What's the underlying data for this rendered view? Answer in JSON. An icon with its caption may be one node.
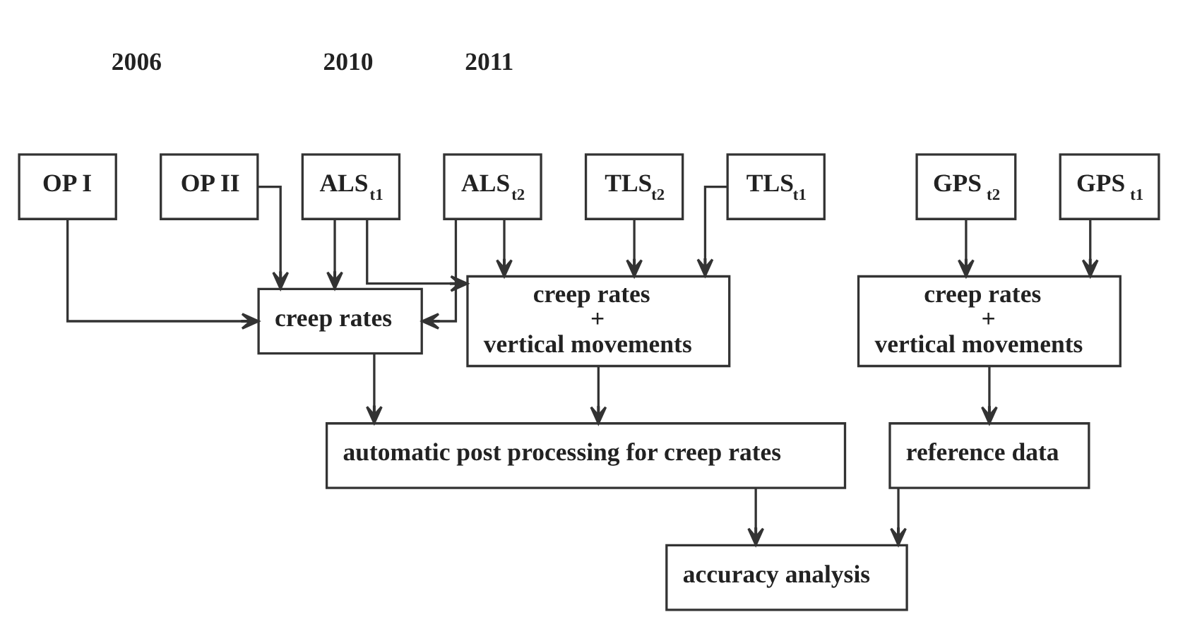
{
  "diagram": {
    "nodes": [
      {
        "text": [
          "OP I"
        ]
      },
      {
        "text": [
          "ALS$_{t1}$"
        ]
      },
      {
        "text": [
          "ALS$_{t2}$"
        ]
      },
      {
        "text": [
          "TLS$_{t2}$"
        ]
      },
      {
        "text": [
          "GPS$_{t2}$"
        ]
      },
      {
        "text": [
          "TLS$_{t1}$"
        ]
      },
      {
        "text": [
          "GPS$_{t1}$"
        ]
      },
      {
        "text": [
          "OP II"
        ]
      },
      {
        "text": [
          "creep rates"
        ]
      },
      {
        "text": [
          "creep rates + vertical movements"
        ]
      },
      {
        "text": [
          "creep rates + vertical movements"
        ]
      },
      {
        "text": [
          "automatic post processing for creep rates"
        ]
      },
      {
        "text": [
          "reference data"
        ]
      },
      {
        "text": [
          "accuracy analysis"
        ]
      }
    ],
    "edges": [
      {
        "from": 0,
        "to": 8,
        "arrow": "to"
      },
      {
        "from": 1,
        "to": 8,
        "arrow": "to"
      },
      {
        "from": 7,
        "to": 8,
        "arrow": "to"
      },
      {
        "from": 2,
        "to": 8,
        "arrow": "to"
      },
      {
        "from": 1,
        "to": 9,
        "arrow": "to"
      },
      {
        "from": 2,
        "to": 9,
        "arrow": "to"
      },
      {
        "from": 5,
        "to": 9,
        "arrow": "to"
      },
      {
        "from": 3,
        "to": 9,
        "arrow": "to"
      },
      {
        "from": 6,
        "to": 10,
        "arrow": "to"
      },
      {
        "from": 4,
        "to": 10,
        "arrow": "to"
      },
      {
        "from": 8,
        "to": 11,
        "arrow": "to"
      },
      {
        "from": 9,
        "to": 11,
        "arrow": "to"
      },
      {
        "from": 10,
        "to": 12,
        "arrow": "to"
      },
      {
        "from": 11,
        "to": 13,
        "arrow": "to"
      },
      {
        "from": 12,
        "to": 13,
        "arrow": "to"
      }
    ],
    "labels": [
      "2006",
      "2010",
      "2011"
    ]
  }
}
